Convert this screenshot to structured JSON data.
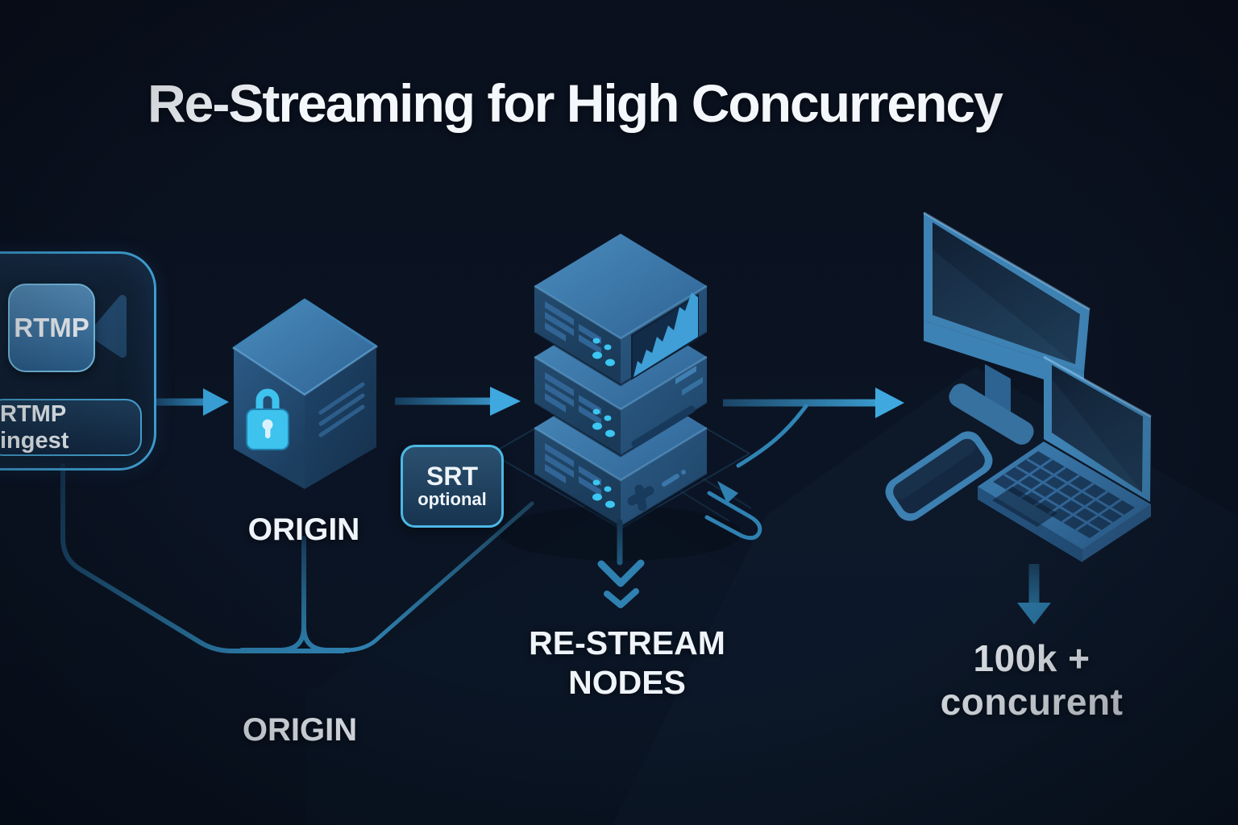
{
  "title": "Re-Streaming for High Concurrency",
  "ingest": {
    "badge": "RTMP",
    "label": "RTMP ingest"
  },
  "origin": {
    "label": "ORIGIN"
  },
  "srt": {
    "title": "SRT",
    "subtitle": "optional"
  },
  "restream": {
    "line1": "RE-STREAM",
    "line2": "NODES"
  },
  "origin2": {
    "label": "ORIGIN"
  },
  "audience": {
    "label": "100k + concurent"
  },
  "flow": [
    {
      "from": "rtmp-ingest",
      "to": "origin",
      "via": "arrow"
    },
    {
      "from": "origin",
      "to": "re-stream-nodes",
      "via": "arrow (SRT optional)"
    },
    {
      "from": "re-stream-nodes",
      "to": "viewer-devices",
      "via": "arrow"
    },
    {
      "from": "rtmp-ingest",
      "to": "origin",
      "via": "backhaul line"
    },
    {
      "from": "re-stream-nodes",
      "to": "re-stream-label",
      "via": "down arrow"
    },
    {
      "from": "viewer-devices",
      "to": "audience-label",
      "via": "down arrow"
    }
  ],
  "icons": {
    "camera": "video-camera-icon",
    "lock": "lock-icon",
    "chart": "area-chart-icon",
    "servers": "server-stack-icon",
    "monitor": "desktop-monitor-icon",
    "laptop": "laptop-icon",
    "phone": "smartphone-icon"
  },
  "colors": {
    "background": "#0a1322",
    "accent": "#3fa9df",
    "line": "#2f81b1",
    "panel_border": "#45a4d3",
    "cyan_glow": "#3cc6f2",
    "text": "#eef4f9"
  }
}
